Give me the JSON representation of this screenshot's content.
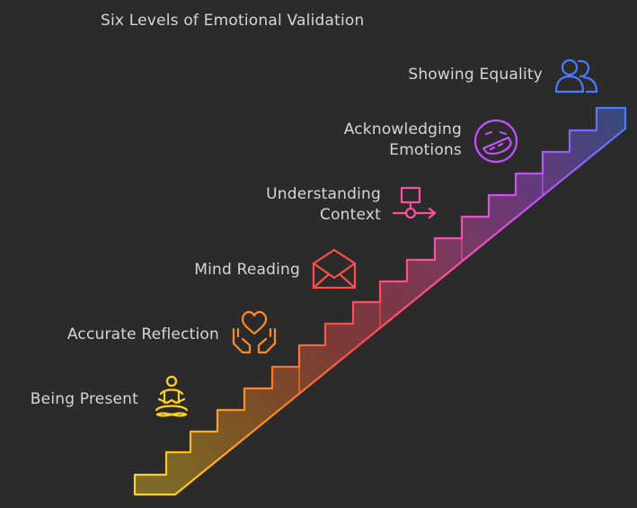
{
  "title": "Six Levels of Emotional Validation",
  "levels": [
    {
      "label": "Being Present",
      "color": "#ffd21f",
      "icon": "meditation-icon"
    },
    {
      "label": "Accurate Reflection",
      "color": "#ff8a1e",
      "icon": "heart-hands-icon"
    },
    {
      "label": "Mind Reading",
      "color": "#ff4d4d",
      "icon": "envelope-icon"
    },
    {
      "label": "Understanding Context",
      "label_lines": [
        "Understanding",
        "Context"
      ],
      "color": "#ff4fa0",
      "icon": "flowchart-icon"
    },
    {
      "label": "Acknowledging Emotions",
      "label_lines": [
        "Acknowledging",
        "Emotions"
      ],
      "color": "#c84fff",
      "icon": "smiley-emotions-icon"
    },
    {
      "label": "Showing Equality",
      "color": "#4a7cff",
      "icon": "users-icon"
    }
  ]
}
